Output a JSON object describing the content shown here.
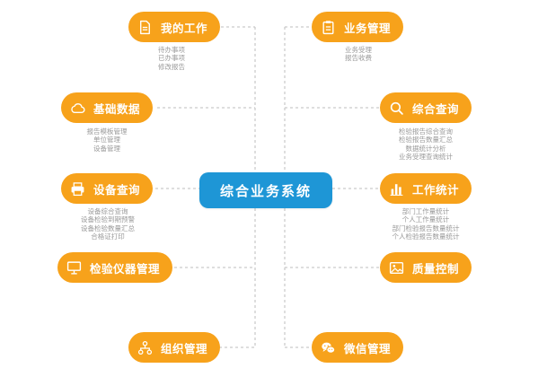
{
  "center": {
    "label": "综合业务系统"
  },
  "colors": {
    "node": "#f7a21b",
    "center": "#1e96d6",
    "subtext": "#9a9a9a",
    "line": "#bdbdbd"
  },
  "nodes": {
    "my_work": {
      "label": "我的工作",
      "icon": "document-icon",
      "items": [
        "待办事项",
        "已办事项",
        "修改报告"
      ]
    },
    "basic_data": {
      "label": "基础数据",
      "icon": "cloud-icon",
      "items": [
        "报告模板管理",
        "单位管理",
        "设备管理"
      ]
    },
    "device_query": {
      "label": "设备查询",
      "icon": "printer-icon",
      "items": [
        "设备综合查询",
        "设备检验到期预警",
        "设备检验数量汇总",
        "合格证打印"
      ]
    },
    "instrument": {
      "label": "检验仪器管理",
      "icon": "monitor-icon",
      "items": []
    },
    "org": {
      "label": "组织管理",
      "icon": "org-tree-icon",
      "items": []
    },
    "business": {
      "label": "业务管理",
      "icon": "clipboard-icon",
      "items": [
        "业务受理",
        "报告收费"
      ]
    },
    "comp_query": {
      "label": "综合查询",
      "icon": "search-icon",
      "items": [
        "检验报告综合查询",
        "检验报告数量汇总",
        "数据统计分析",
        "业务受理查询统计"
      ]
    },
    "work_stats": {
      "label": "工作统计",
      "icon": "bar-chart-icon",
      "items": [
        "部门工作量统计",
        "个人工作量统计",
        "部门检验报告数量统计",
        "个人检验报告数量统计"
      ]
    },
    "quality": {
      "label": "质量控制",
      "icon": "image-icon",
      "items": []
    },
    "wechat": {
      "label": "微信管理",
      "icon": "wechat-icon",
      "items": []
    }
  }
}
